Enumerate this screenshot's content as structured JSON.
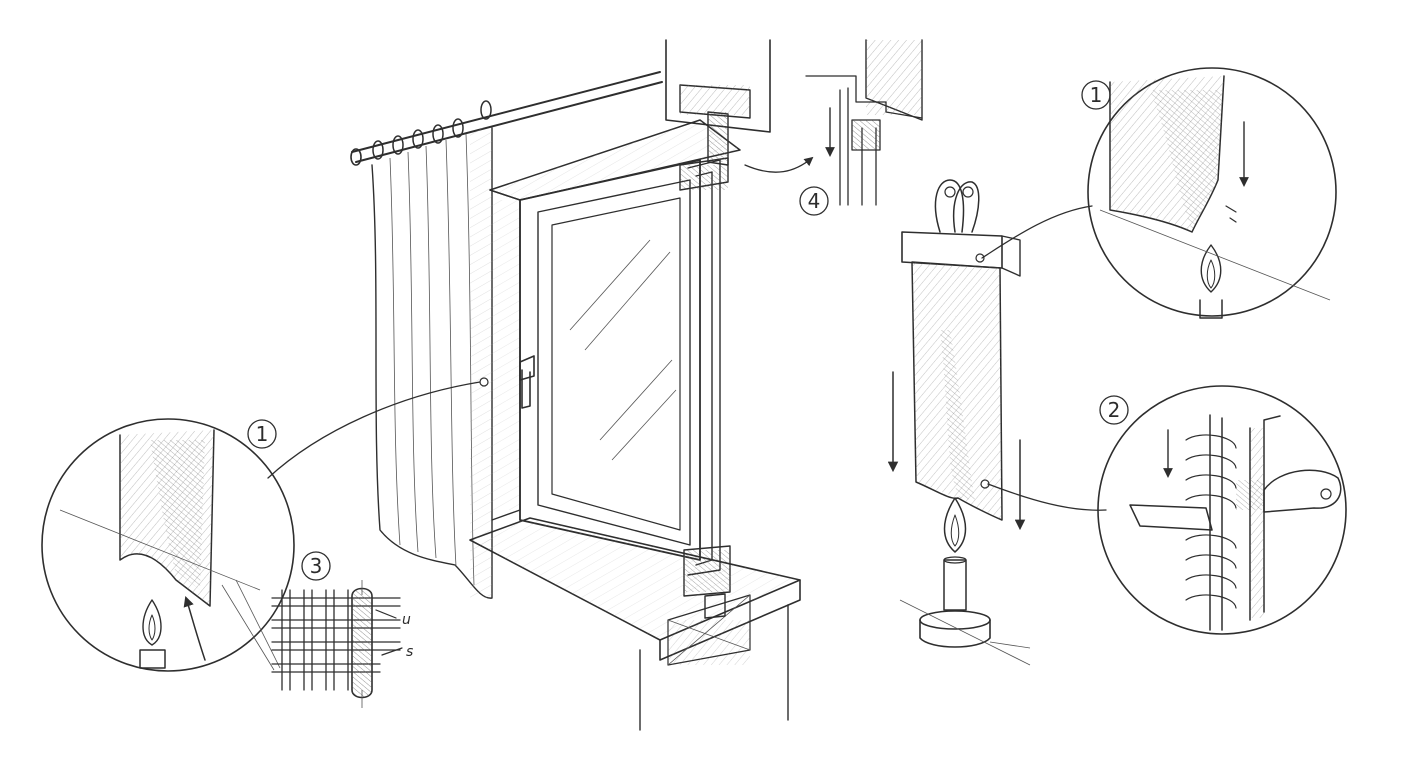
{
  "callouts": {
    "c1_left": "1",
    "c2_right": "2",
    "c3_weave": "3",
    "c4_section": "4",
    "c1_right": "1"
  },
  "weave_labels": {
    "u": "u",
    "s": "s"
  },
  "colors": {
    "ink": "#2e2e2e",
    "paper": "#ffffff",
    "shade": "#8a8a8a"
  }
}
